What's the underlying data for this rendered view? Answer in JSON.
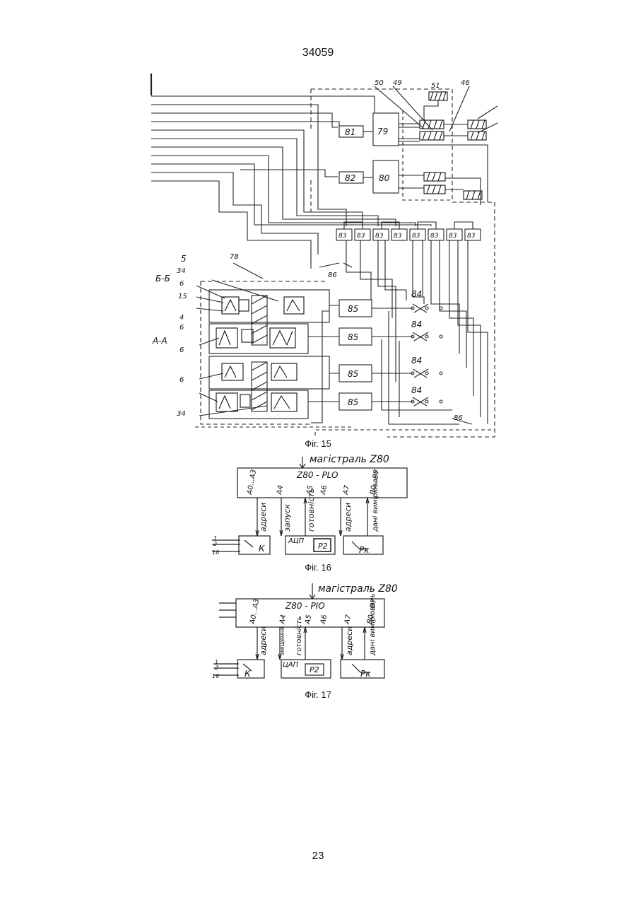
{
  "header": {
    "doc_number": "34059"
  },
  "footer": {
    "page_number": "23"
  },
  "fig15": {
    "caption": "Фіг. 15",
    "section_labels": [
      "Б-Б",
      "А-А"
    ],
    "callouts": [
      "50",
      "49",
      "51",
      "46",
      "78",
      "5",
      "34",
      "6",
      "15",
      "4",
      "86"
    ],
    "blocks": {
      "b79": "79",
      "b80": "80",
      "b81": "81",
      "b82": "82",
      "b83": "83",
      "b84": "84",
      "b85": "85"
    }
  },
  "fig16": {
    "caption": "Фіг. 16",
    "bus_title": "магістраль Z80",
    "controller": "Z80 - PLO",
    "ports": [
      "A0...A3",
      "A4",
      "A5",
      "A6",
      "A7",
      "B0...B7"
    ],
    "signals": [
      "адреси",
      "запуск",
      "готовність",
      "адреси",
      "дані вимірювань"
    ],
    "blocks": {
      "k": "К",
      "adc": "АЦП",
      "p2": "Р2",
      "pk": "Рк"
    },
    "inputs": [
      "1",
      "2",
      "16"
    ]
  },
  "fig17": {
    "caption": "Фіг. 17",
    "bus_title": "магістраль Z80",
    "controller": "Z80 - PIO",
    "ports": [
      "A0...A3",
      "A4",
      "A5",
      "A6",
      "A7",
      "B0...B7"
    ],
    "signals": [
      "адреси",
      "зміщення",
      "готовність",
      "адреси",
      "дані вимірювань"
    ],
    "blocks": {
      "k": "К",
      "dac": "ЦАП",
      "p2": "Р2",
      "pk": "Рк"
    },
    "inputs": [
      "1",
      "2",
      "16"
    ]
  }
}
